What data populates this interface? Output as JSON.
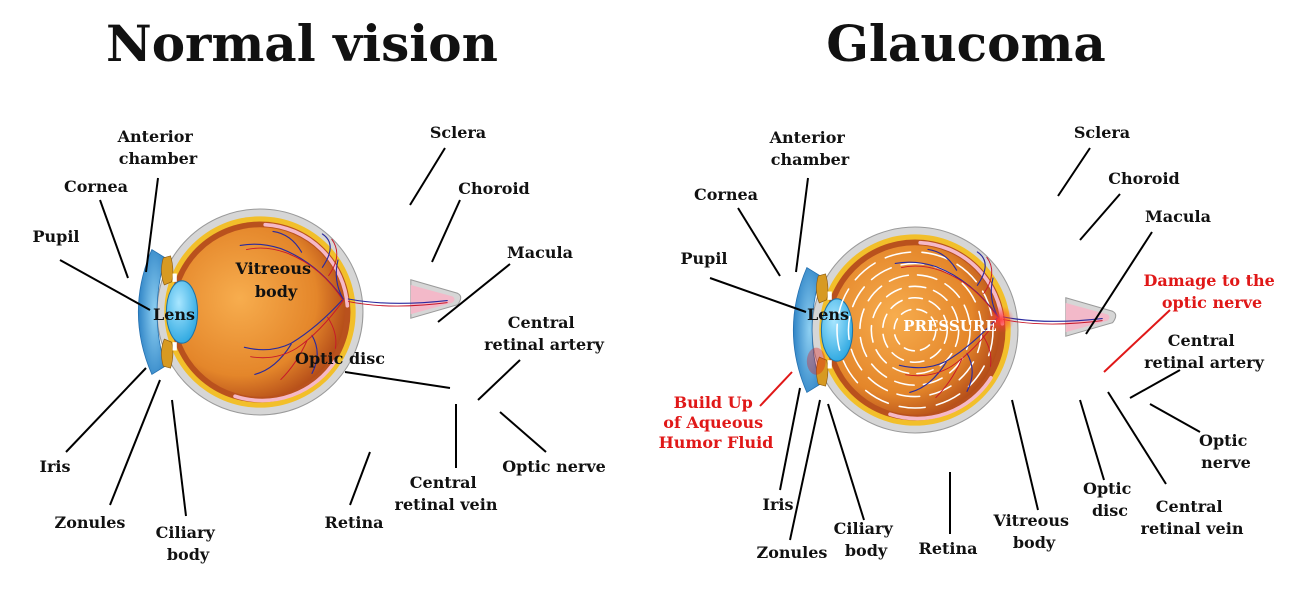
{
  "panels": {
    "normal": {
      "title": "Normal vision",
      "labels": {
        "anterior_chamber": [
          "Anterior",
          "chamber"
        ],
        "cornea": "Cornea",
        "pupil": "Pupil",
        "lens": "Lens",
        "iris": "Iris",
        "zonules": "Zonules",
        "ciliary_body": [
          "Ciliary",
          "body"
        ],
        "vitreous_body": [
          "Vitreous",
          "body"
        ],
        "optic_disc": "Optic disc",
        "sclera": "Sclera",
        "choroid": "Choroid",
        "macula": "Macula",
        "central_retinal_artery": [
          "Central",
          "retinal artery"
        ],
        "optic_nerve": "Optic nerve",
        "central_retinal_vein": [
          "Central",
          "retinal vein"
        ],
        "retina": "Retina"
      }
    },
    "glaucoma": {
      "title": "Glaucoma",
      "labels": {
        "anterior_chamber": [
          "Anterior",
          "chamber"
        ],
        "cornea": "Cornea",
        "pupil": "Pupil",
        "lens": "Lens",
        "pressure": "PRESSURE",
        "build_up": [
          "Build Up",
          "of Aqueous",
          "Humor Fluid"
        ],
        "iris": "Iris",
        "zonules": "Zonules",
        "ciliary_body": [
          "Ciliary",
          "body"
        ],
        "retina": "Retina",
        "vitreous_body": [
          "Vitreous",
          "body"
        ],
        "optic_disc": [
          "Optic",
          "disc"
        ],
        "central_retinal_vein": [
          "Central",
          "retinal vein"
        ],
        "optic_nerve": [
          "Optic",
          "nerve"
        ],
        "central_retinal_artery": [
          "Central",
          "retinal artery"
        ],
        "damage": [
          "Damage to the",
          "optic nerve"
        ],
        "macula": "Macula",
        "choroid": "Choroid",
        "sclera": "Sclera"
      }
    }
  },
  "colors": {
    "sclera": "#d6d6d6",
    "choroid": "#f2bf2a",
    "retina": "#f5b8c8",
    "vitreous": "#e88a2c",
    "cornea": "#3a9ad6",
    "lens": "#3fc0ec",
    "iris": "#d79a22",
    "vein": "#2a2a9e",
    "artery": "#c8182a",
    "alert": "#e01818"
  }
}
